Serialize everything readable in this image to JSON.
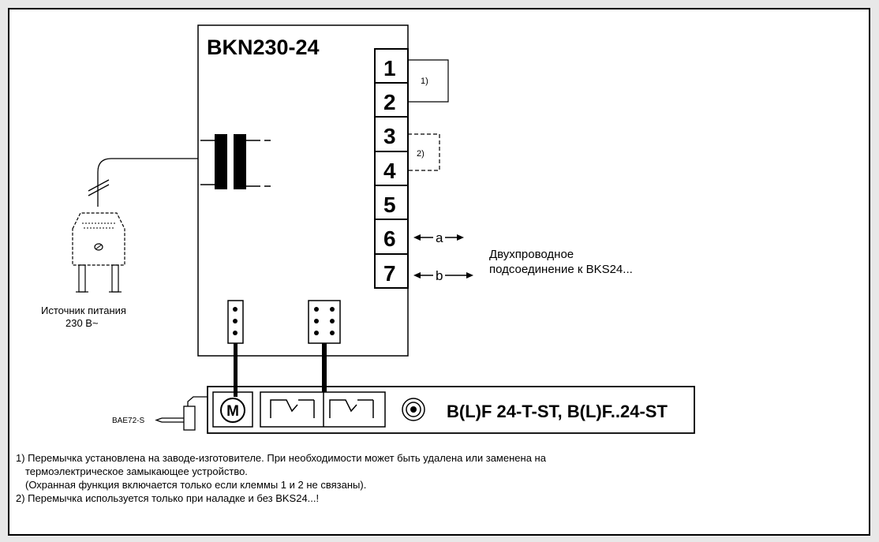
{
  "device": {
    "title": "BKN230-24"
  },
  "terminals": [
    {
      "label": "1"
    },
    {
      "label": "2"
    },
    {
      "label": "3"
    },
    {
      "label": "4"
    },
    {
      "label": "5"
    },
    {
      "label": "6"
    },
    {
      "label": "7"
    }
  ],
  "bridges": {
    "b1": "1)",
    "b2": "2)"
  },
  "wiring": {
    "a": "a",
    "b": "b",
    "desc_line1": "Двухпроводное",
    "desc_line2": "подсоединение к BKS24..."
  },
  "power": {
    "line1": "Источник питания",
    "line2": "230 В~"
  },
  "sensor": {
    "label": "BAE72-S"
  },
  "actuator": {
    "motor": "M",
    "label": "B(L)F 24-T-ST, B(L)F..24-ST"
  },
  "footnotes": {
    "n1_line1": "1) Перемычка установлена на заводе-изготовителе. При необходимости может быть удалена или заменена на",
    "n1_line2": "термоэлектрическое замыкающее устройство.",
    "n1_line3": "(Охранная функция включается только если клеммы 1 и 2 не связаны).",
    "n2": "2) Перемычка используется только при наладке и без BKS24...!"
  }
}
